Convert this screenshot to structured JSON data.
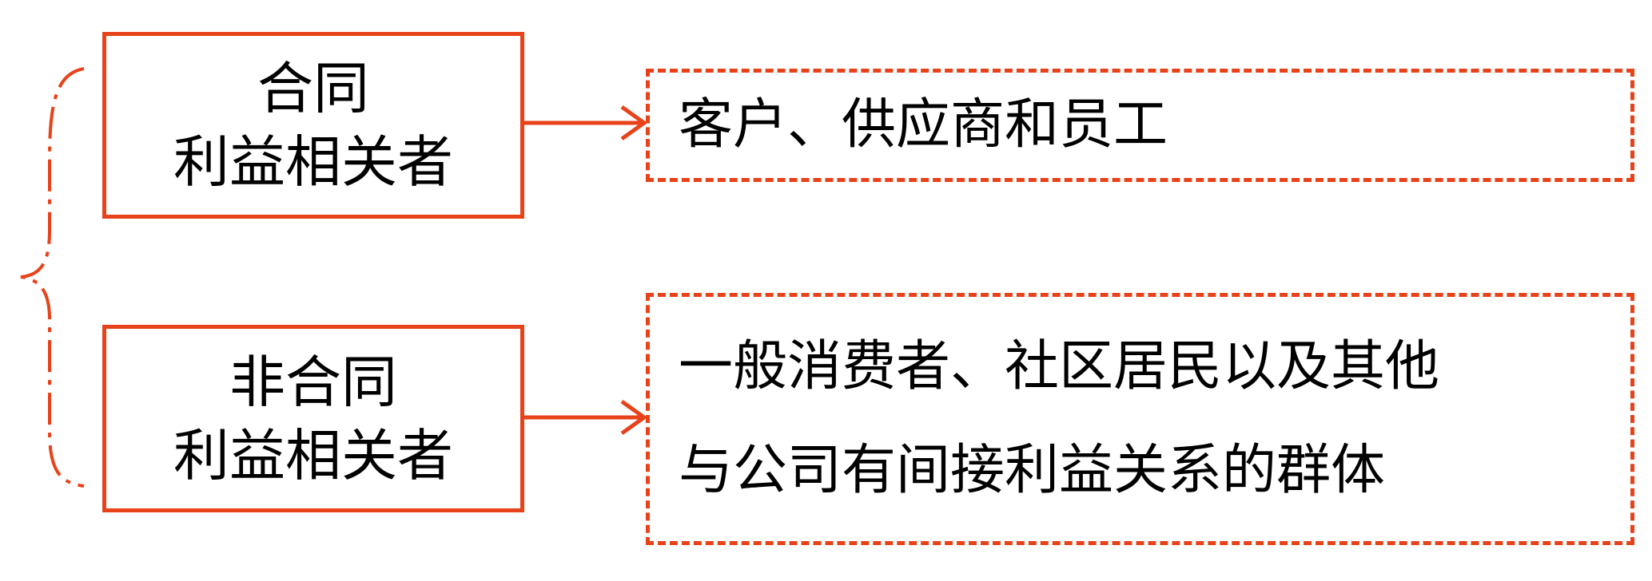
{
  "accent_color": "#E8421A",
  "groups": [
    {
      "category_lines": [
        "合同",
        "利益相关者"
      ],
      "description_lines": [
        "客户、供应商和员工"
      ]
    },
    {
      "category_lines": [
        "非合同",
        "利益相关者"
      ],
      "description_lines": [
        "一般消费者、社区居民以及其他",
        "与公司有间接利益关系的群体"
      ]
    }
  ]
}
